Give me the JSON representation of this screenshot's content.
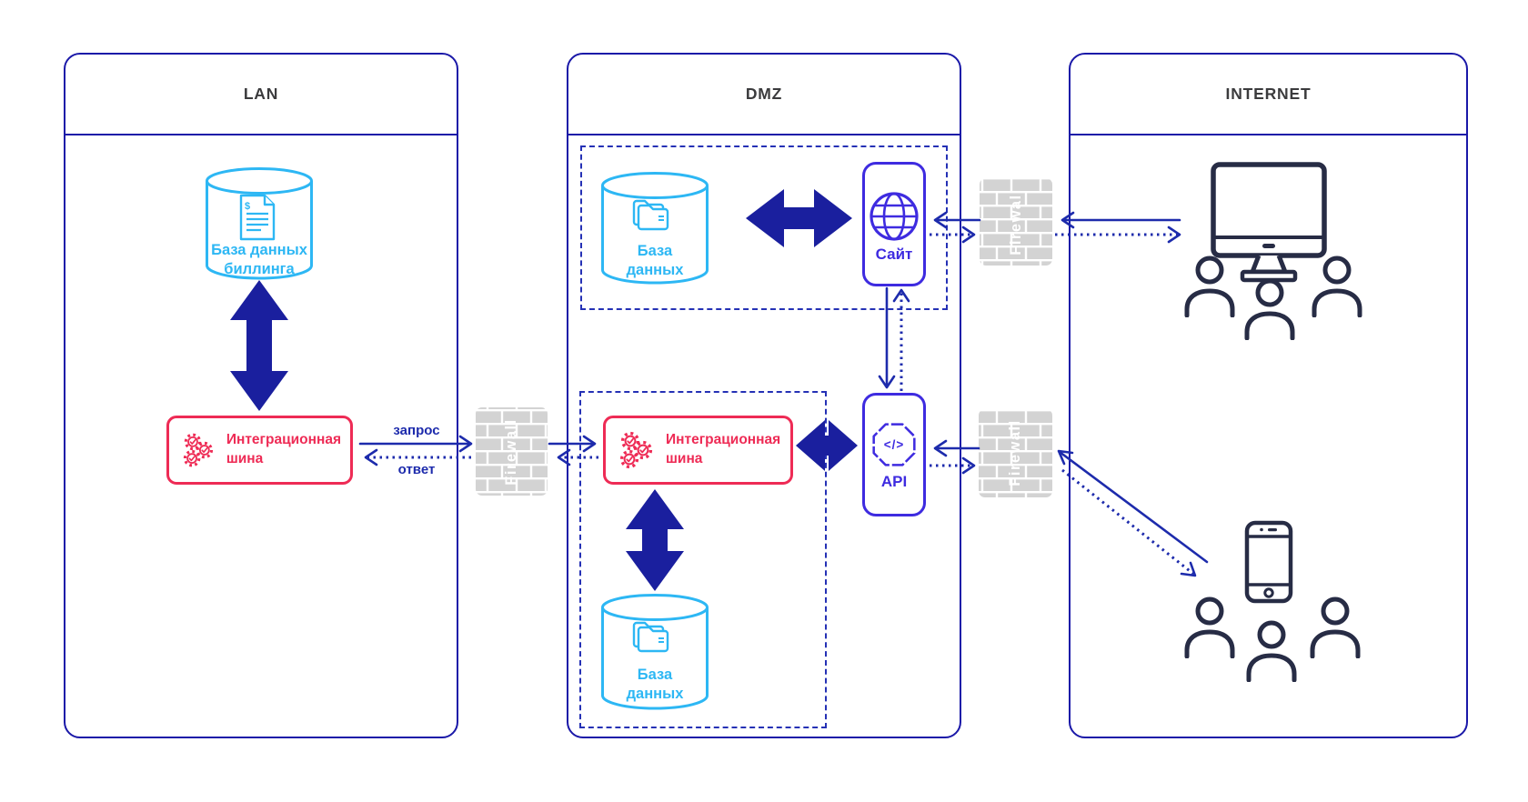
{
  "zones": {
    "lan": {
      "title": "LAN"
    },
    "dmz": {
      "title": "DMZ"
    },
    "internet": {
      "title": "INTERNET"
    }
  },
  "nodes": {
    "billing_db": {
      "line1": "База данных",
      "line2": "биллинга"
    },
    "lan_bus": {
      "line1": "Интеграционная",
      "line2": "шина"
    },
    "web_db": {
      "line1": "База",
      "line2": "данных"
    },
    "site": {
      "label": "Сайт"
    },
    "api": {
      "label": "API"
    },
    "dmz_bus": {
      "line1": "Интеграционная",
      "line2": "шина"
    },
    "api_db": {
      "line1": "База",
      "line2": "данных"
    }
  },
  "firewall": {
    "label": "Firewall"
  },
  "flow_labels": {
    "request": "запрос",
    "response": "ответ"
  },
  "colors": {
    "zone_border": "#1a18a8",
    "thin_arrow": "#1d2bac",
    "thick_arrow": "#1a1f9e",
    "cyan": "#2db7f4",
    "red": "#ee2b55",
    "violet": "#3e2be0",
    "firewall_gray": "#d3d3d3",
    "firewall_text": "#ffffff",
    "device_dark": "#272c45",
    "zone_title_text": "#3b3b3d"
  }
}
